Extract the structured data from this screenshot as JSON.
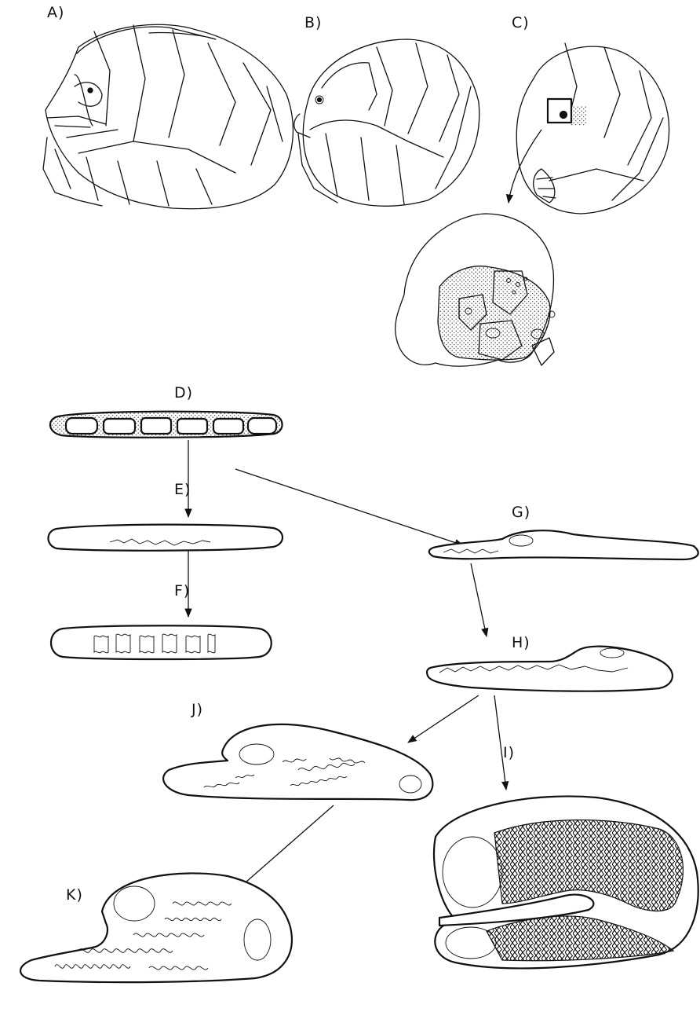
{
  "figure": {
    "panels": [
      {
        "id": "A",
        "label": "A)",
        "depicts": "isopod-rolled-lateral"
      },
      {
        "id": "B",
        "label": "B)",
        "depicts": "isopod-rolled-lateral"
      },
      {
        "id": "C",
        "label": "C)",
        "depicts": "isopod-rolled-lateral"
      },
      {
        "id": "D",
        "label": "D)",
        "depicts": "pleopod-cross-section"
      },
      {
        "id": "E",
        "label": "E)",
        "depicts": "pleopod-cross-section"
      },
      {
        "id": "F",
        "label": "F)",
        "depicts": "pleopod-cross-section"
      },
      {
        "id": "G",
        "label": "G)",
        "depicts": "pleopod-cross-section"
      },
      {
        "id": "H",
        "label": "H)",
        "depicts": "pleopod-cross-section"
      },
      {
        "id": "I",
        "label": "I)",
        "depicts": "pleopod-cross-section"
      },
      {
        "id": "J",
        "label": "J)",
        "depicts": "pleopod-cross-section"
      },
      {
        "id": "K",
        "label": "K)",
        "depicts": "pleopod-cross-section"
      }
    ],
    "arrows": [
      {
        "from": "C",
        "to": "C-detail"
      },
      {
        "from": "D",
        "to": "E"
      },
      {
        "from": "E",
        "to": "F"
      },
      {
        "from": "D",
        "to": "G"
      },
      {
        "from": "G",
        "to": "H"
      },
      {
        "from": "H",
        "to": "J"
      },
      {
        "from": "H",
        "to": "I"
      },
      {
        "from": "J",
        "to": "K"
      }
    ]
  }
}
